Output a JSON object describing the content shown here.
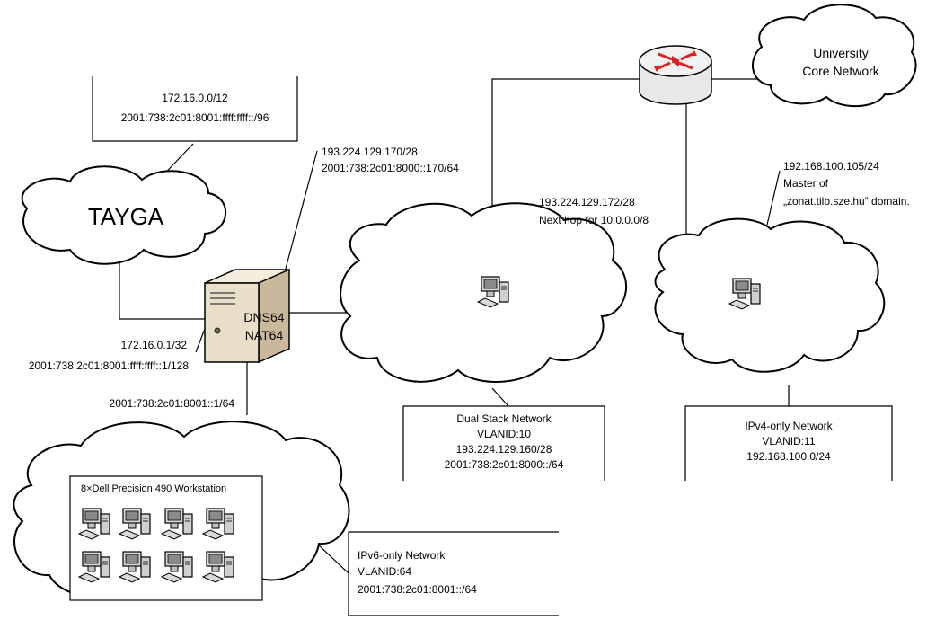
{
  "tayga": {
    "name": "TAYGA",
    "ipv4": "172.16.0.0/12",
    "ipv6": "2001:738:2c01:8001:ffff:ffff::/96"
  },
  "server": {
    "line1": "DNS64",
    "line2": "NAT64",
    "upstream_ipv4": "193.224.129.170/28",
    "upstream_ipv6": "2001:738:2c01:8000::170/64",
    "tayga_ipv4": "172.16.0.1/32",
    "tayga_ipv6": "2001:738:2c01:8001:ffff:ffff::1/128",
    "ipv6only_ipv6": "2001:738:2c01:8001::1/64"
  },
  "core": {
    "line1": "University",
    "line2": "Core Network"
  },
  "dual_host": {
    "ip": "193.224.129.172/28",
    "note": "Next hop for 10.0.0.0/8"
  },
  "v4_host": {
    "ip": "192.168.100.105/24",
    "note1": "Master of",
    "note2": "„zonat.tilb.sze.hu” domain."
  },
  "dual_net": {
    "name": "Dual Stack Network",
    "vlan": "VLANID:10",
    "ipv4": "193.224.129.160/28",
    "ipv6": "2001:738:2c01:8000::/64"
  },
  "v4_net": {
    "name": "IPv4-only Network",
    "vlan": "VLANID:11",
    "ipv4": "192.168.100.0/24"
  },
  "v6_net": {
    "name": "IPv6-only Network",
    "vlan": "VLANID:64",
    "ipv6": "2001:738:2c01:8001::/64"
  },
  "workstations": {
    "label": "8×Dell Precision 490 Workstation",
    "count": 8
  },
  "icons": [
    "router-icon",
    "server-icon",
    "workstation-icon"
  ],
  "colors": {
    "router_arrows": "#e02020",
    "server_body": "#e9dfc9",
    "line": "#000000"
  }
}
